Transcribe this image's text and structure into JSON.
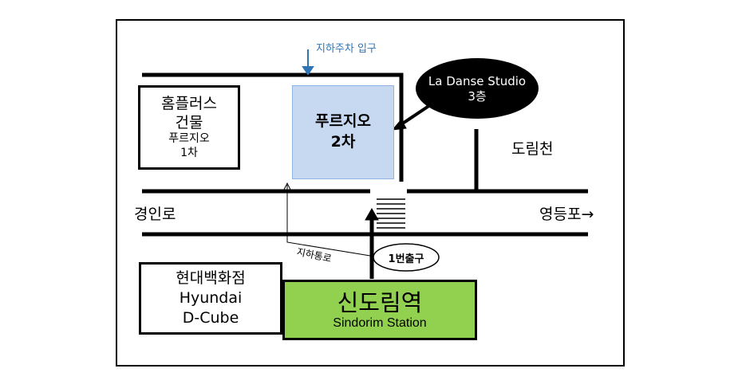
{
  "parking_entrance": "지하주차 입구",
  "homplus": {
    "line1": "홈플러스",
    "line2": "건물",
    "line3": "푸르지오",
    "line4": "1차"
  },
  "prugio2": {
    "line1": "푸르지오",
    "line2": "2차"
  },
  "studio": {
    "line1": "La Danse Studio",
    "line2": "3층"
  },
  "dorimcheon": "도림천",
  "gyeongin_ro": "경인로",
  "yeongdeungpo": "영등포→",
  "underpass": "지하통로",
  "exit1": "1번출구",
  "hyundai": {
    "line1": "현대백화점",
    "line2": "Hyundai",
    "line3": "D-Cube"
  },
  "station": {
    "name_ko": "신도림역",
    "name_en": "Sindorim Station"
  },
  "colors": {
    "building_blue": "#c6d9f1",
    "building_blue_border": "#8eb4e3",
    "station_green": "#92d050",
    "parking_arrow": "#2e75b6"
  }
}
